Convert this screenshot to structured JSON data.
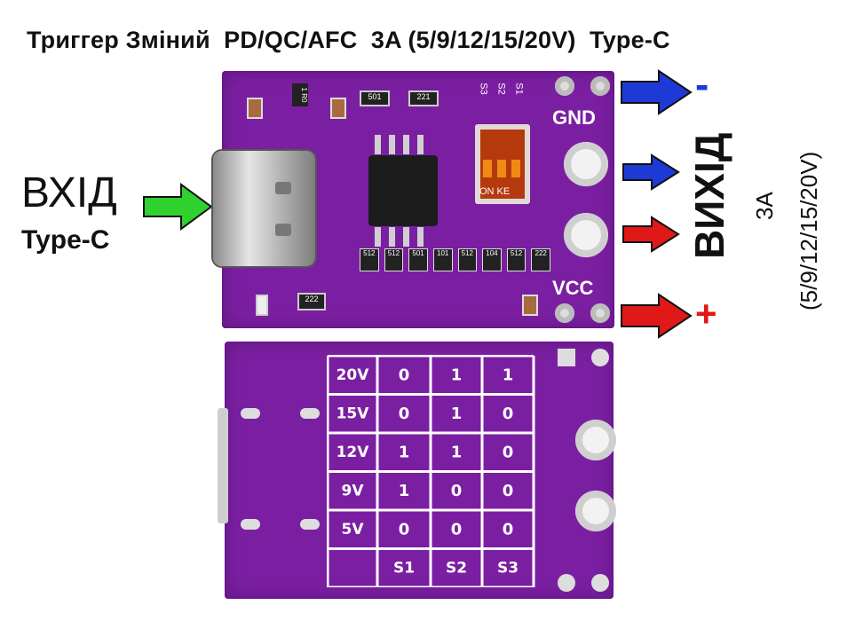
{
  "title": "Триггер Зміний  PD/QC/AFC  3A (5/9/12/15/20V)  Type-C",
  "input": {
    "label": "ВХІД",
    "sublabel": "Type-C"
  },
  "output": {
    "label": "ВИХІД",
    "current": "3A",
    "voltages": "(5/9/12/15/20V)"
  },
  "polarity": {
    "minus": "-",
    "plus": "+"
  },
  "board_silk": {
    "gnd": "GND",
    "vcc": "VCC",
    "switch_numbers": [
      "S3",
      "S2",
      "S1"
    ],
    "switch_text": "ON KE",
    "resistors_top": [
      "501",
      "221"
    ],
    "resistors_bottom": [
      "512",
      "512",
      "501",
      "101",
      "512",
      "104",
      "512",
      "222"
    ],
    "small_chip": "222",
    "diode": "1 R0"
  },
  "table": {
    "columns": [
      "S1",
      "S2",
      "S3"
    ],
    "rows": [
      {
        "voltage": "20V",
        "values": [
          "0",
          "1",
          "1"
        ]
      },
      {
        "voltage": "15V",
        "values": [
          "0",
          "1",
          "0"
        ]
      },
      {
        "voltage": "12V",
        "values": [
          "1",
          "1",
          "0"
        ]
      },
      {
        "voltage": "9V",
        "values": [
          "1",
          "0",
          "0"
        ]
      },
      {
        "voltage": "5V",
        "values": [
          "0",
          "0",
          "0"
        ]
      }
    ]
  },
  "colors": {
    "board": "#7b1fa2",
    "arrow_blue": "#1e3ad6",
    "arrow_red": "#e01818",
    "arrow_green": "#2ed12e",
    "minus_color": "#1e3ad6",
    "plus_color": "#e01818"
  }
}
